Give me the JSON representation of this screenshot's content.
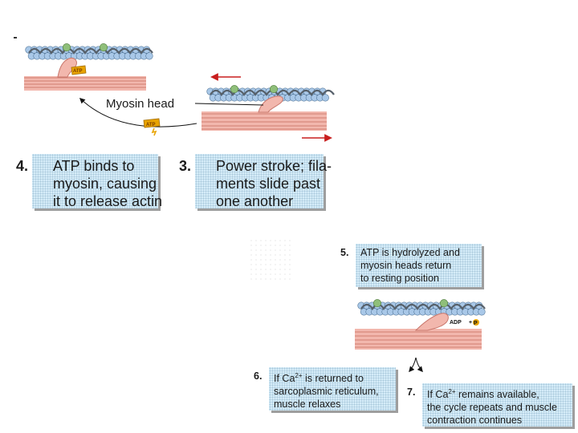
{
  "labels": {
    "myosin_head": "Myosin head",
    "atp": "ATP",
    "adp": "ADP",
    "pi": "P",
    "pi_sub": "i"
  },
  "steps": [
    {
      "number": "3.",
      "lines": [
        "Power stroke; fila-",
        "ments slide past",
        "one another"
      ]
    },
    {
      "number": "4.",
      "lines": [
        "ATP binds to",
        "myosin, causing",
        "it to release actin"
      ]
    },
    {
      "number": "5.",
      "lines": [
        "ATP is hydrolyzed and",
        "myosin heads return",
        "to resting position"
      ]
    },
    {
      "number": "6.",
      "line1_prefix": "If Ca",
      "line1_sup": "2+",
      "line1_suffix": " is returned to",
      "lines_rest": [
        "sarcoplasmic reticulum,",
        "muscle relaxes"
      ]
    },
    {
      "number": "7.",
      "line1_prefix": "If Ca",
      "line1_sup": "2+",
      "line1_suffix": " remains available,",
      "lines_rest": [
        "the cycle repeats and muscle",
        "contraction continues"
      ]
    }
  ],
  "colors": {
    "box_fill": "#d5ecf8",
    "thick_filament": "#f2b7ad",
    "actin_bead": "#a9c8e8",
    "tropomyosin": "#56606a",
    "troponin": "#8fbf7a",
    "arrow_red": "#c81e1e",
    "atp_badge": "#e8a300"
  }
}
